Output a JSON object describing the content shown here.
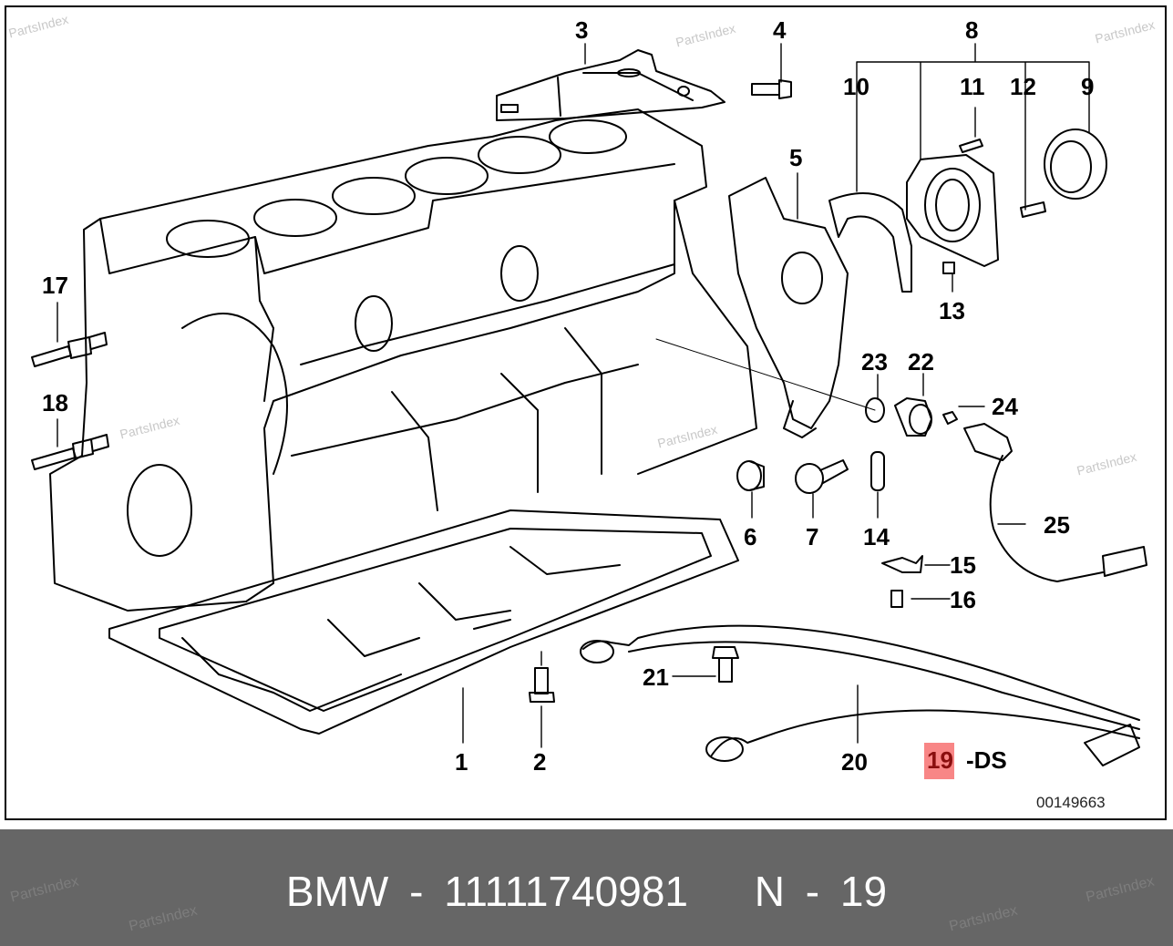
{
  "diagram": {
    "watermark": "PartsIndex",
    "drawing_number": "00149663",
    "highlight_color": "#f88686",
    "highlighted_callout": "19",
    "highlighted_suffix": "-DS",
    "callouts": {
      "c1": "1",
      "c2": "2",
      "c3": "3",
      "c4": "4",
      "c5": "5",
      "c6": "6",
      "c7": "7",
      "c8": "8",
      "c9": "9",
      "c10": "10",
      "c11": "11",
      "c12": "12",
      "c13": "13",
      "c14": "14",
      "c15": "15",
      "c16": "16",
      "c17": "17",
      "c18": "18",
      "c20": "20",
      "c21": "21",
      "c22": "22",
      "c23": "23",
      "c24": "24",
      "c25": "25"
    }
  },
  "footer": {
    "brand": "BMW",
    "separator": "-",
    "part_number": "11111740981",
    "position_label": "N",
    "position_separator": "-",
    "position_number": "19",
    "background": "#666666"
  }
}
